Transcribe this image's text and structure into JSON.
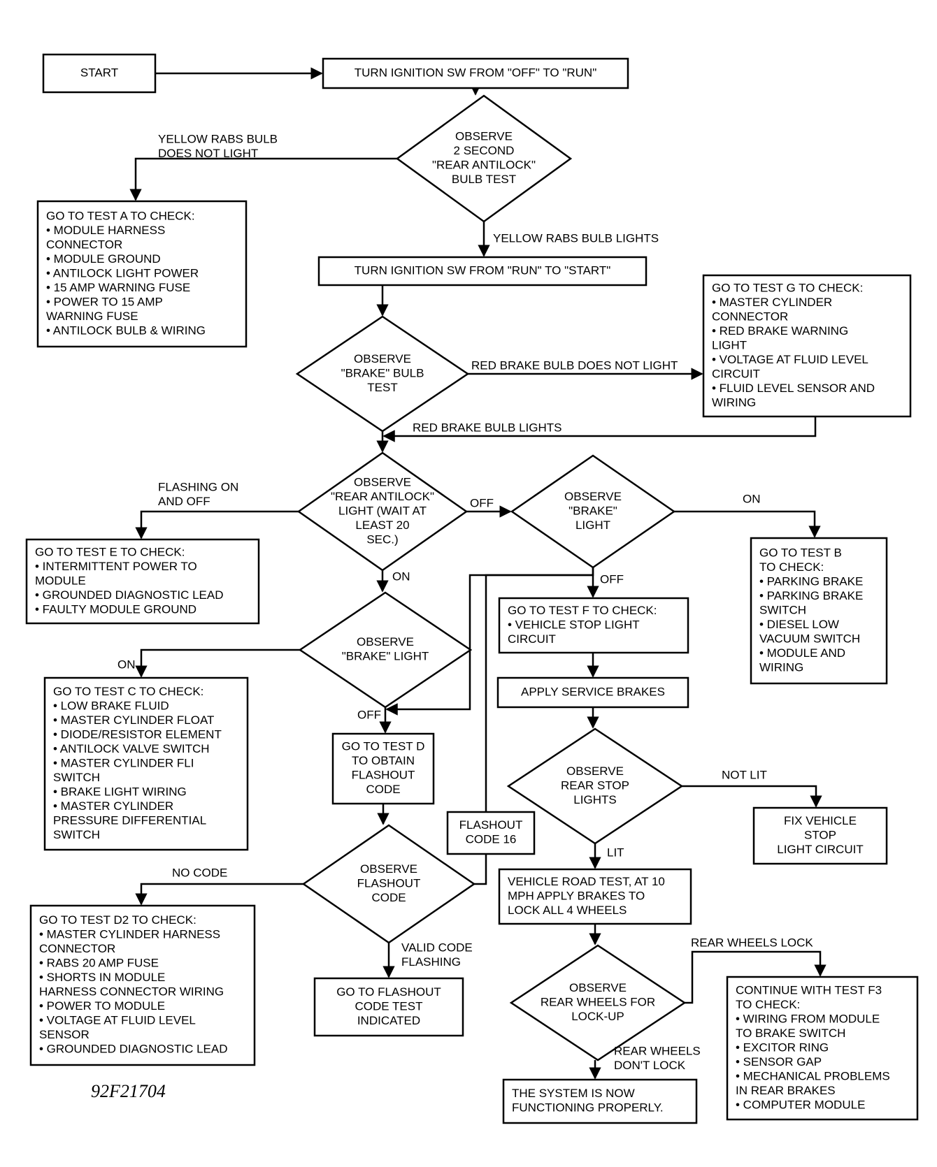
{
  "figure_id": "92F21704",
  "nodes": {
    "start": {
      "type": "box",
      "lines": [
        "START"
      ],
      "align": "middle"
    },
    "turn_off_run": {
      "type": "box",
      "lines": [
        "TURN IGNITION SW FROM \"OFF\" TO \"RUN\""
      ],
      "align": "middle"
    },
    "observe_bulb_test": {
      "type": "diamond",
      "lines": [
        "OBSERVE",
        "2 SECOND",
        "\"REAR ANTILOCK\"",
        "BULB TEST"
      ]
    },
    "test_a": {
      "type": "box",
      "lines": [
        "GO TO TEST A TO CHECK:",
        "• MODULE HARNESS",
        "   CONNECTOR",
        "• MODULE GROUND",
        "• ANTILOCK LIGHT POWER",
        "• 15 AMP WARNING FUSE",
        "• POWER TO 15 AMP",
        "   WARNING FUSE",
        "• ANTILOCK BULB & WIRING"
      ],
      "align": "start"
    },
    "turn_run_start": {
      "type": "box",
      "lines": [
        "TURN IGNITION SW FROM \"RUN\" TO \"START\""
      ],
      "align": "middle"
    },
    "test_g": {
      "type": "box",
      "lines": [
        "GO TO TEST G TO CHECK:",
        "• MASTER CYLINDER",
        "   CONNECTOR",
        "• RED BRAKE WARNING",
        "   LIGHT",
        "• VOLTAGE AT FLUID LEVEL",
        "   CIRCUIT",
        "• FLUID LEVEL SENSOR AND",
        "   WIRING"
      ],
      "align": "start"
    },
    "observe_brake_bulb": {
      "type": "diamond",
      "lines": [
        "OBSERVE",
        "\"BRAKE\" BULB",
        "TEST"
      ]
    },
    "observe_rear_antilock_light": {
      "type": "diamond",
      "lines": [
        "OBSERVE",
        "\"REAR ANTILOCK\"",
        "LIGHT (WAIT AT",
        "LEAST 20",
        "SEC.)"
      ]
    },
    "observe_brake_light_right": {
      "type": "diamond",
      "lines": [
        "OBSERVE",
        "\"BRAKE\"",
        "LIGHT"
      ]
    },
    "test_e": {
      "type": "box",
      "lines": [
        "GO TO TEST E TO CHECK:",
        "• INTERMITTENT POWER TO",
        "   MODULE",
        "• GROUNDED DIAGNOSTIC LEAD",
        "• FAULTY MODULE GROUND"
      ],
      "align": "start"
    },
    "test_b": {
      "type": "box",
      "lines": [
        "GO TO TEST B",
        "TO CHECK:",
        "• PARKING BRAKE",
        "• PARKING BRAKE",
        "   SWITCH",
        "• DIESEL LOW",
        "   VACUUM SWITCH",
        "• MODULE AND",
        "   WIRING"
      ],
      "align": "start"
    },
    "observe_brake_light_mid": {
      "type": "diamond",
      "lines": [
        "OBSERVE",
        "\"BRAKE\" LIGHT"
      ]
    },
    "test_f": {
      "type": "box",
      "lines": [
        "GO TO TEST F TO CHECK:",
        "• VEHICLE STOP LIGHT",
        "   CIRCUIT"
      ],
      "align": "start"
    },
    "apply_service": {
      "type": "box",
      "lines": [
        "APPLY SERVICE BRAKES"
      ],
      "align": "middle"
    },
    "test_c": {
      "type": "box",
      "lines": [
        "GO TO TEST C TO CHECK:",
        "• LOW BRAKE FLUID",
        "• MASTER CYLINDER FLOAT",
        "• DIODE/RESISTOR ELEMENT",
        "• ANTILOCK VALVE SWITCH",
        "• MASTER CYLINDER FLI",
        "   SWITCH",
        "• BRAKE LIGHT WIRING",
        "• MASTER CYLINDER",
        "   PRESSURE DIFFERENTIAL",
        "   SWITCH"
      ],
      "align": "start"
    },
    "test_d": {
      "type": "box",
      "lines": [
        "GO TO TEST D",
        "TO OBTAIN",
        "FLASHOUT",
        "CODE"
      ],
      "align": "middle"
    },
    "observe_rear_stop": {
      "type": "diamond",
      "lines": [
        "OBSERVE",
        "REAR STOP",
        "LIGHTS"
      ]
    },
    "fix_vehicle": {
      "type": "box",
      "lines": [
        "FIX VEHICLE",
        "STOP",
        "LIGHT CIRCUIT"
      ],
      "align": "middle"
    },
    "flashout16": {
      "type": "box",
      "lines": [
        "FLASHOUT",
        "CODE 16"
      ],
      "align": "middle"
    },
    "observe_flashout": {
      "type": "diamond",
      "lines": [
        "OBSERVE",
        "FLASHOUT",
        "CODE"
      ]
    },
    "road_test": {
      "type": "box",
      "lines": [
        "VEHICLE ROAD TEST, AT 10",
        "MPH APPLY BRAKES TO",
        "LOCK ALL 4 WHEELS"
      ],
      "align": "start"
    },
    "test_d2": {
      "type": "box",
      "lines": [
        "GO TO TEST D2 TO CHECK:",
        "• MASTER CYLINDER HARNESS",
        "   CONNECTOR",
        "• RABS 20 AMP FUSE",
        "• SHORTS IN MODULE",
        "   HARNESS CONNECTOR WIRING",
        "• POWER TO MODULE",
        "• VOLTAGE AT FLUID LEVEL",
        "   SENSOR",
        "• GROUNDED DIAGNOSTIC LEAD"
      ],
      "align": "start"
    },
    "go_flashout": {
      "type": "box",
      "lines": [
        "GO TO FLASHOUT",
        "CODE TEST",
        "INDICATED"
      ],
      "align": "middle"
    },
    "observe_wheels": {
      "type": "diamond",
      "lines": [
        "OBSERVE",
        "REAR WHEELS FOR",
        "LOCK-UP"
      ]
    },
    "test_f3": {
      "type": "box",
      "lines": [
        "CONTINUE WITH TEST F3",
        "TO CHECK:",
        "• WIRING FROM MODULE",
        "   TO BRAKE SWITCH",
        "• EXCITOR RING",
        "• SENSOR GAP",
        "• MECHANICAL PROBLEMS",
        "   IN REAR BRAKES",
        "• COMPUTER MODULE"
      ],
      "align": "start"
    },
    "system_ok": {
      "type": "box",
      "lines": [
        "THE SYSTEM IS NOW",
        "FUNCTIONING PROPERLY."
      ],
      "align": "start"
    }
  },
  "edge_labels": {
    "bulb_not_light": [
      "YELLOW RABS BULB",
      "DOES NOT LIGHT"
    ],
    "bulb_lights": [
      "YELLOW RABS BULB LIGHTS"
    ],
    "red_not_light": [
      "RED BRAKE BULB DOES NOT LIGHT"
    ],
    "red_lights": [
      "RED BRAKE BULB LIGHTS"
    ],
    "flashing": [
      "FLASHING ON",
      "AND OFF"
    ],
    "off_1": [
      "OFF"
    ],
    "on_right": [
      "ON"
    ],
    "on_down": [
      "ON"
    ],
    "off_right_down": [
      "OFF"
    ],
    "on_left": [
      "ON"
    ],
    "off_mid": [
      "OFF"
    ],
    "not_lit": [
      "NOT LIT"
    ],
    "lit": [
      "LIT"
    ],
    "no_code": [
      "NO CODE"
    ],
    "valid_code": [
      "VALID CODE",
      "FLASHING"
    ],
    "rear_lock": [
      "REAR WHEELS LOCK"
    ],
    "rear_dont_lock": [
      "REAR WHEELS",
      "DON'T LOCK"
    ]
  }
}
